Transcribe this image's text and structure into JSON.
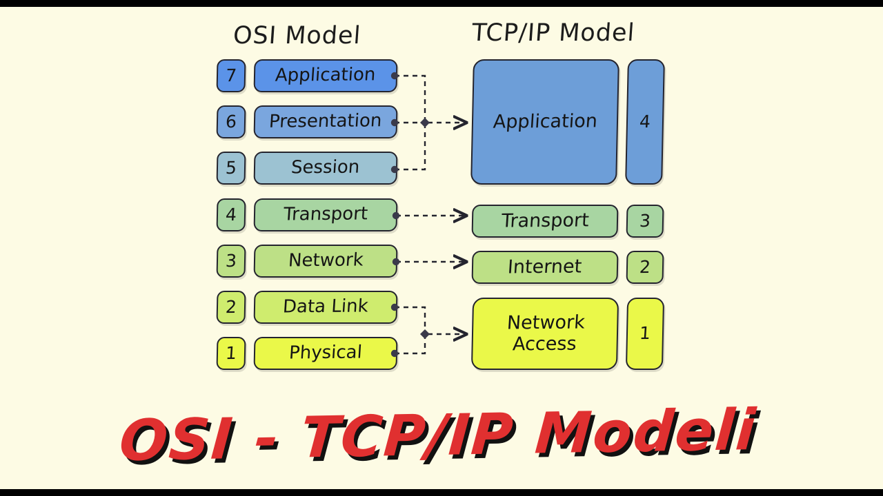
{
  "page": {
    "background": "#fdfbe4",
    "letterbox_color": "#000000"
  },
  "headings": {
    "osi": "OSI Model",
    "tcpip": "TCP/IP Model"
  },
  "footer_title": {
    "text": "OSI - TCP/IP Modeli",
    "color": "#e03030",
    "shadow_color": "#111111"
  },
  "osi_layers": [
    {
      "number": "7",
      "label": "Application",
      "color": "#5b93e8"
    },
    {
      "number": "6",
      "label": "Presentation",
      "color": "#7aa6de"
    },
    {
      "number": "5",
      "label": "Session",
      "color": "#9cc2d2"
    },
    {
      "number": "4",
      "label": "Transport",
      "color": "#a8d5a2"
    },
    {
      "number": "3",
      "label": "Network",
      "color": "#bde086"
    },
    {
      "number": "2",
      "label": "Data Link",
      "color": "#cfec6e"
    },
    {
      "number": "1",
      "label": "Physical",
      "color": "#eaf849"
    }
  ],
  "tcpip_layers": [
    {
      "number": "4",
      "label": "Application",
      "color": "#6d9ed8"
    },
    {
      "number": "3",
      "label": "Transport",
      "color": "#a8d5a2"
    },
    {
      "number": "2",
      "label": "Internet",
      "color": "#bde086"
    },
    {
      "number": "1",
      "label": "Network\nAccess",
      "color": "#eaf849"
    }
  ],
  "mappings": [
    {
      "from": [
        "Application",
        "Presentation",
        "Session"
      ],
      "to": "Application"
    },
    {
      "from": [
        "Transport"
      ],
      "to": "Transport"
    },
    {
      "from": [
        "Network"
      ],
      "to": "Internet"
    },
    {
      "from": [
        "Data Link",
        "Physical"
      ],
      "to": "Network Access"
    }
  ]
}
